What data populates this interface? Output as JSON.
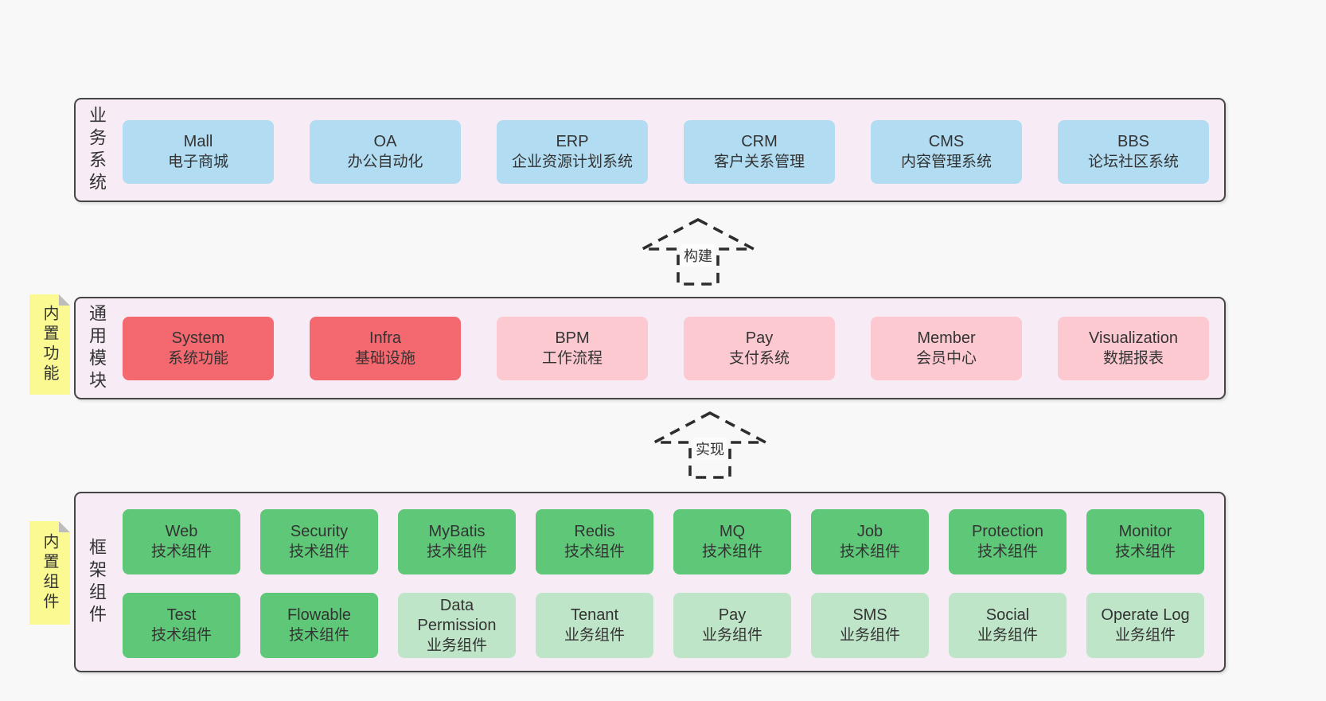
{
  "colors": {
    "page_bg": "#f8f8f8",
    "container_bg": "#f7ecf6",
    "container_border": "#454545",
    "blue": "#b1dcf2",
    "red": "#f4696f",
    "pink": "#fcc9d1",
    "green": "#5fc878",
    "light_green": "#bfe5c8",
    "sticky_yellow": "#fbf992",
    "sticky_fold": "#bdbdbd",
    "text": "#333333",
    "arrow": "#2d2d2d"
  },
  "arrows": [
    {
      "label": "构建"
    },
    {
      "label": "实现"
    }
  ],
  "layers": [
    {
      "label": "业务系统",
      "rows": [
        [
          {
            "name": "Mall",
            "sub": "电子商城",
            "color": "blue"
          },
          {
            "name": "OA",
            "sub": "办公自动化",
            "color": "blue"
          },
          {
            "name": "ERP",
            "sub": "企业资源计划系统",
            "color": "blue"
          },
          {
            "name": "CRM",
            "sub": "客户关系管理",
            "color": "blue"
          },
          {
            "name": "CMS",
            "sub": "内容管理系统",
            "color": "blue"
          },
          {
            "name": "BBS",
            "sub": "论坛社区系统",
            "color": "blue"
          }
        ]
      ]
    },
    {
      "label": "通用模块",
      "sticky": "内置功能",
      "rows": [
        [
          {
            "name": "System",
            "sub": "系统功能",
            "color": "red"
          },
          {
            "name": "Infra",
            "sub": "基础设施",
            "color": "red"
          },
          {
            "name": "BPM",
            "sub": "工作流程",
            "color": "pink"
          },
          {
            "name": "Pay",
            "sub": "支付系统",
            "color": "pink"
          },
          {
            "name": "Member",
            "sub": "会员中心",
            "color": "pink"
          },
          {
            "name": "Visualization",
            "sub": "数据报表",
            "color": "pink"
          }
        ]
      ]
    },
    {
      "label": "框架组件",
      "sticky": "内置组件",
      "rows": [
        [
          {
            "name": "Web",
            "sub": "技术组件",
            "color": "green"
          },
          {
            "name": "Security",
            "sub": "技术组件",
            "color": "green"
          },
          {
            "name": "MyBatis",
            "sub": "技术组件",
            "color": "green"
          },
          {
            "name": "Redis",
            "sub": "技术组件",
            "color": "green"
          },
          {
            "name": "MQ",
            "sub": "技术组件",
            "color": "green"
          },
          {
            "name": "Job",
            "sub": "技术组件",
            "color": "green"
          },
          {
            "name": "Protection",
            "sub": "技术组件",
            "color": "green"
          },
          {
            "name": "Monitor",
            "sub": "技术组件",
            "color": "green"
          }
        ],
        [
          {
            "name": "Test",
            "sub": "技术组件",
            "color": "green"
          },
          {
            "name": "Flowable",
            "sub": "技术组件",
            "color": "green"
          },
          {
            "name": "Data Permission",
            "sub": "业务组件",
            "color": "light_green"
          },
          {
            "name": "Tenant",
            "sub": "业务组件",
            "color": "light_green"
          },
          {
            "name": "Pay",
            "sub": "业务组件",
            "color": "light_green"
          },
          {
            "name": "SMS",
            "sub": "业务组件",
            "color": "light_green"
          },
          {
            "name": "Social",
            "sub": "业务组件",
            "color": "light_green"
          },
          {
            "name": "Operate Log",
            "sub": "业务组件",
            "color": "light_green"
          }
        ]
      ]
    }
  ]
}
